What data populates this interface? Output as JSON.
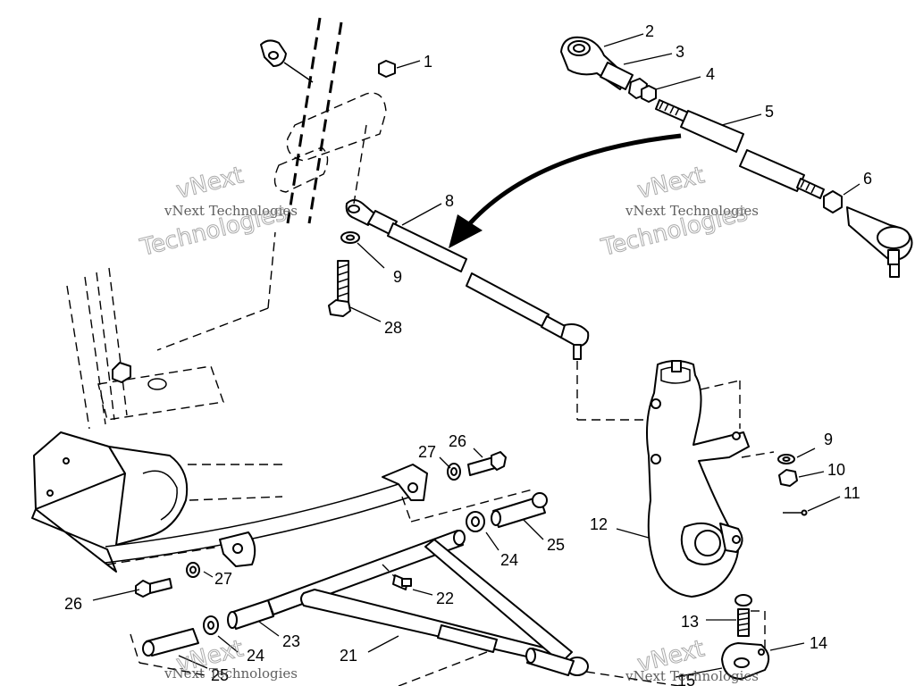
{
  "watermark": {
    "company": "vNext Technologies",
    "brand_short": "vNext",
    "brand_word": "Technologies"
  },
  "callouts": [
    "1",
    "2",
    "3",
    "4",
    "5",
    "6",
    "8",
    "9",
    "28",
    "9",
    "10",
    "11",
    "12",
    "26",
    "27",
    "26",
    "27",
    "24",
    "25",
    "22",
    "23",
    "24",
    "21",
    "25",
    "13",
    "14",
    "15"
  ]
}
